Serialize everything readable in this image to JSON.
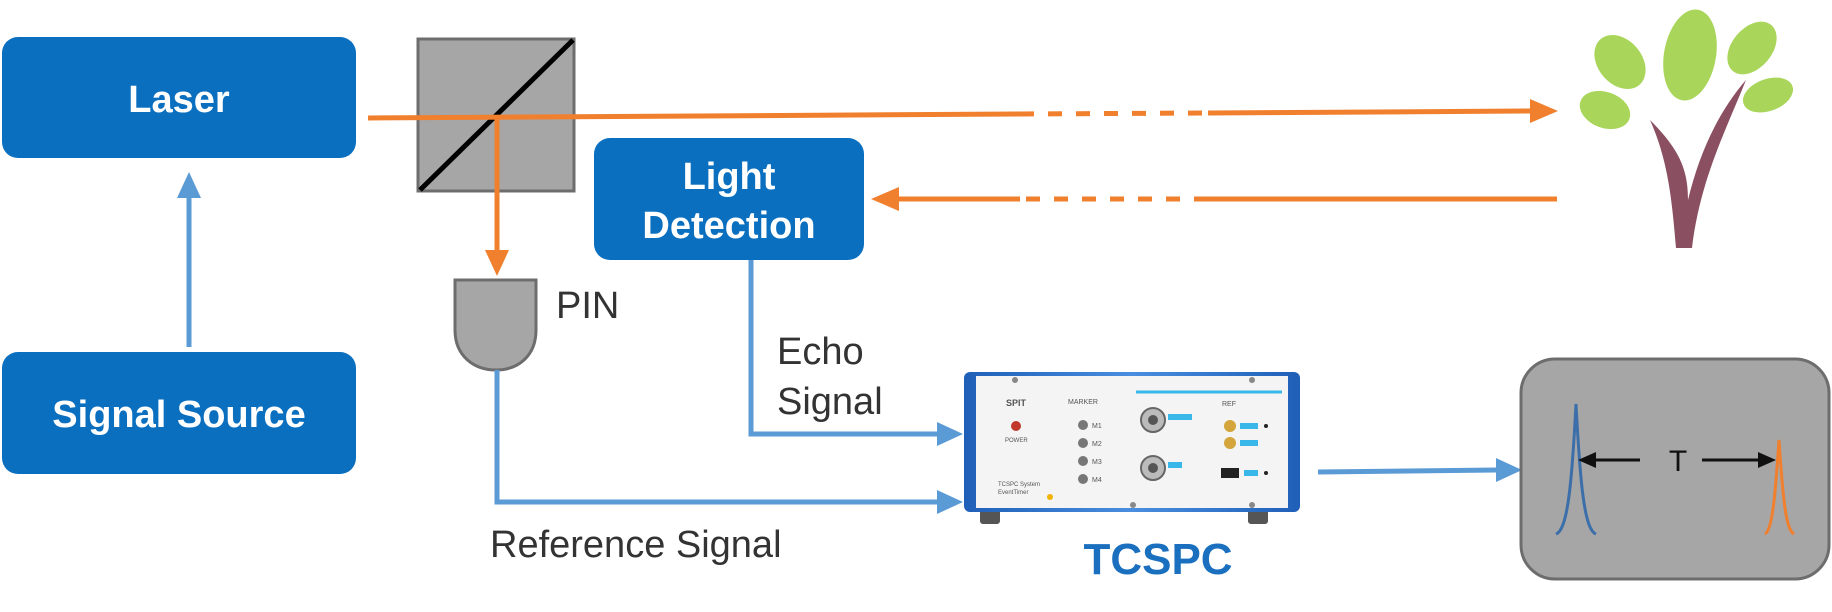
{
  "nodes": {
    "laser": "Laser",
    "signal_source": "Signal Source",
    "light_detection_line1": "Light",
    "light_detection_line2": "Detection",
    "pin": "PIN",
    "tcspc": "TCSPC"
  },
  "edge_labels": {
    "echo_line1": "Echo",
    "echo_line2": "Signal",
    "reference": "Reference Signal",
    "time_interval": "T"
  },
  "device_panel": {
    "brand": "SPIT",
    "power": "POWER",
    "marker": "MARKER",
    "ref": "REF",
    "m1": "M1",
    "m2": "M2",
    "m3": "M3",
    "m4": "M4",
    "caption_line1": "TCSPC System",
    "caption_line2": "EventTimer"
  },
  "colors": {
    "box_blue": "#0a6fbf",
    "laser_orange": "#f07f2e",
    "signal_blue": "#5b9bd5",
    "tcspc_text": "#1a6fbe",
    "gray": "#a6a6a6",
    "leaf_green": "#a9d65a",
    "trunk": "#8b4f62"
  }
}
